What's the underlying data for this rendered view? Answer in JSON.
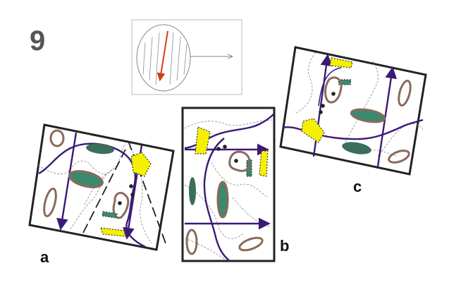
{
  "figure": {
    "number": "9",
    "panel_labels": {
      "a": "a",
      "b": "b",
      "c": "c"
    }
  },
  "colors": {
    "north_line": "#3a1a78",
    "road": "#3a1a78",
    "compass_arrow": "#d04010",
    "boulder_outline": "#8a6a5a",
    "green_fill": "#3b8a6e",
    "dark_green_fill": "#3c6e5c",
    "yellow_fill": "#f5f000",
    "frame": "#222222"
  },
  "icons": [
    "compass-icon",
    "north-arrow-icon",
    "dot-marker-icon"
  ]
}
